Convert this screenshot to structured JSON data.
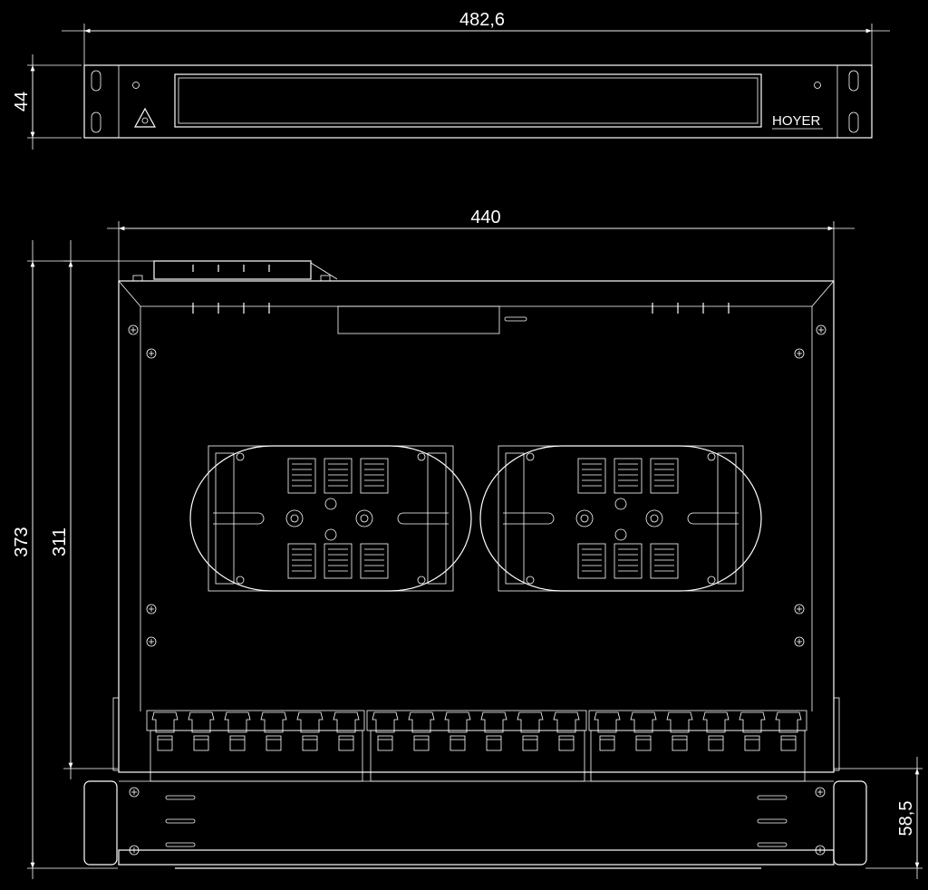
{
  "dimensions": {
    "front_width": "482,6",
    "front_height": "44",
    "inner_width": "440",
    "overall_depth": "373",
    "tray_depth": "311",
    "front_depth": "58,5"
  },
  "logo": {
    "text": "HOYER"
  },
  "colors": {
    "background": "#000000",
    "lines": "#ffffff"
  },
  "icons": {
    "laser_warning": "laser-warning-triangle-icon"
  }
}
